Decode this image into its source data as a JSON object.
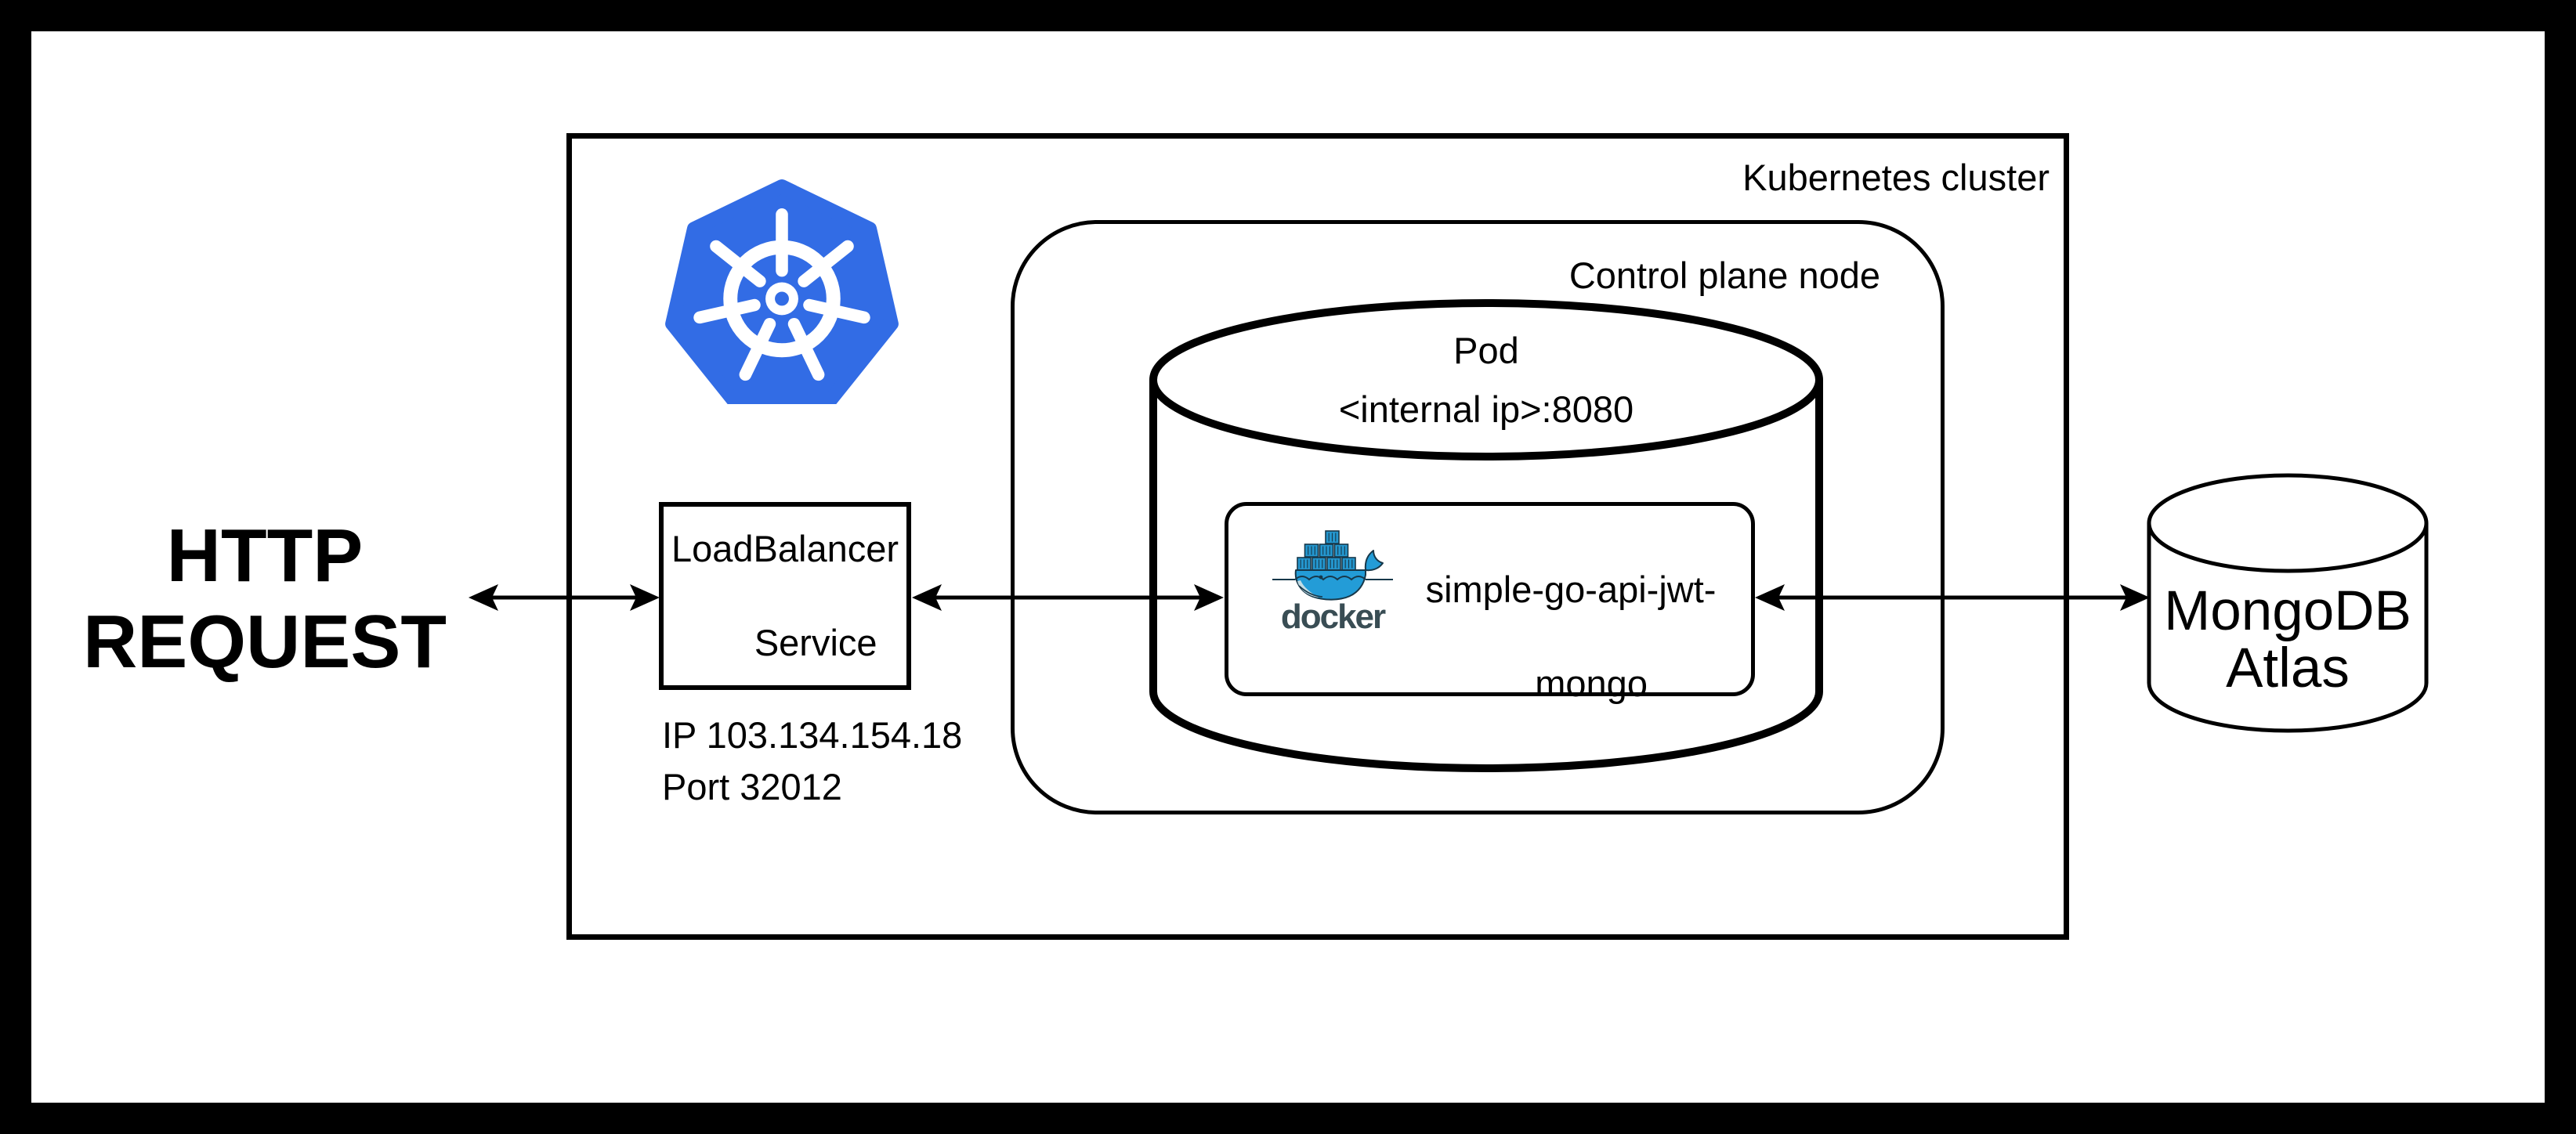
{
  "http_request": {
    "line1": "HTTP",
    "line2": "REQUEST"
  },
  "cluster": {
    "label": "Kubernetes cluster"
  },
  "control_plane": {
    "label": "Control plane node"
  },
  "pod": {
    "title": "Pod",
    "endpoint": "<internal ip>:8080"
  },
  "container": {
    "name_line1": "simple-go-api-jwt-",
    "name_line2": "mongo"
  },
  "docker_logo": {
    "wordmark": "docker"
  },
  "load_balancer": {
    "line1": "LoadBalancer",
    "line2": "Service",
    "ip": "IP 103.134.154.18",
    "port": "Port 32012"
  },
  "mongodb": {
    "line1": "MongoDB",
    "line2": "Atlas"
  },
  "icons": {
    "kubernetes": "kubernetes-helm-wheel",
    "docker": "docker-whale-with-containers"
  },
  "colors": {
    "kubernetes_blue": "#326CE5",
    "docker_blue": "#239CD7",
    "docker_container_blue": "#2496CE",
    "docker_outline": "#17384A",
    "docker_dark": "#394D54",
    "line": "#000000",
    "background": "#FFFFFF"
  }
}
